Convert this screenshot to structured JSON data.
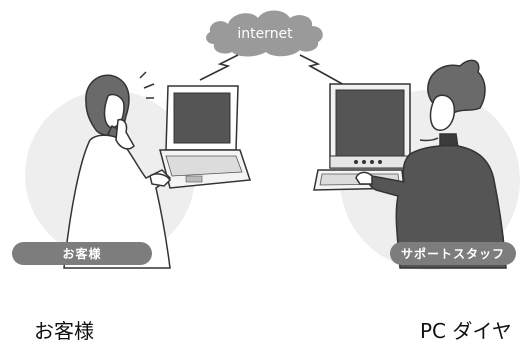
{
  "cloud": {
    "label": "internet"
  },
  "labels": {
    "customer_badge": "お客様",
    "support_badge": "サポートスタッフ"
  },
  "captions": {
    "left": "お客様",
    "right": "PC ダイヤ"
  },
  "colors": {
    "badge_bg": "#7d7d7d",
    "cloud": "#9a9a9a",
    "circle_bg": "#eeeeee",
    "line": "#333333"
  }
}
